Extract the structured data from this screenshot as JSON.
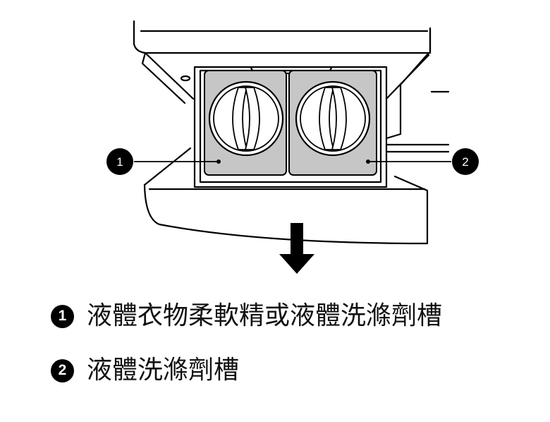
{
  "diagram": {
    "arrow_direction": "down",
    "callouts": [
      {
        "number": "1",
        "label": "液體衣物柔軟精或液體洗滌劑槽"
      },
      {
        "number": "2",
        "label": "液體洗滌劑槽"
      }
    ],
    "colors": {
      "line": "#000000",
      "compartment_fill": "#c6c6c6",
      "cap_fill": "#ffffff",
      "badge_fill": "#000000",
      "background": "#ffffff"
    }
  }
}
